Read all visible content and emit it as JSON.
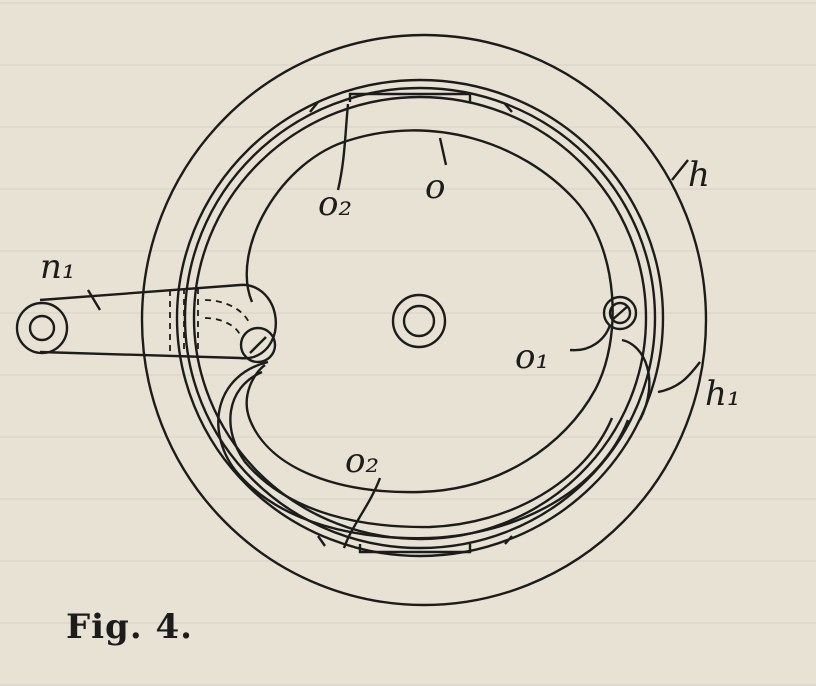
{
  "figure": {
    "caption": "Fig. 4.",
    "labels": {
      "h": "h",
      "h1": "h₁",
      "n1": "n₁",
      "o": "o",
      "o1": "o₁",
      "o2_top": "o₂",
      "o2_bottom": "o₂"
    },
    "ink_color": "#1c1c1c",
    "paper_color": "#e7e2d4"
  }
}
